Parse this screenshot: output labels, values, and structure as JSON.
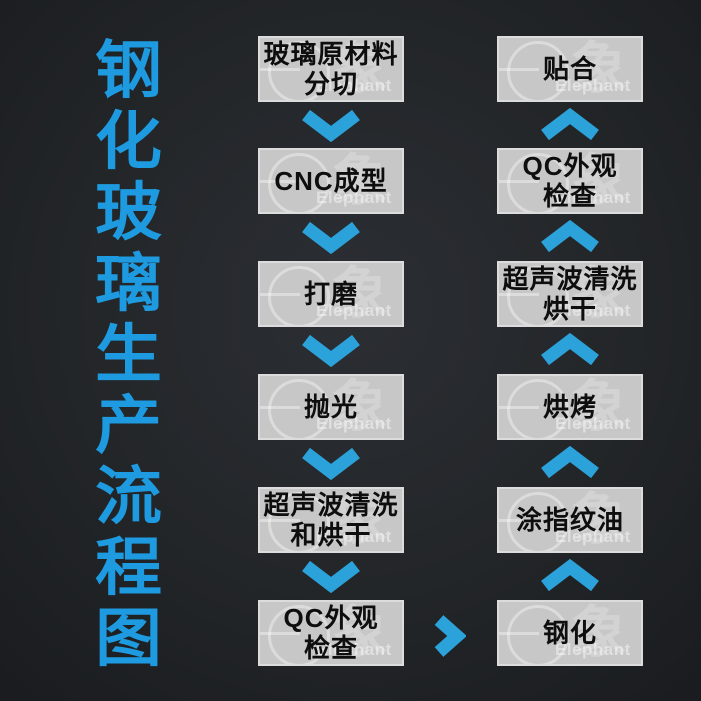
{
  "page": {
    "title_text": "钢化玻璃生产流程图",
    "title_chars": [
      "钢",
      "化",
      "玻",
      "璃",
      "生",
      "产",
      "流",
      "程",
      "图"
    ]
  },
  "colors": {
    "title_blue": "#1E9BE0",
    "arrow_blue": "#2CA2DB",
    "box_background": "#C7C7C7",
    "box_border": "#DCDCDC",
    "box_text": "#0E0E0E",
    "background_center": "#2B2E33",
    "background_edge": "#16181B"
  },
  "watermark": {
    "en": "Elephant",
    "zh": "象"
  },
  "flow": {
    "left": [
      {
        "lines": [
          "玻璃原材料",
          "分切"
        ]
      },
      {
        "lines": [
          "CNC成型"
        ]
      },
      {
        "lines": [
          "打磨"
        ]
      },
      {
        "lines": [
          "抛光"
        ]
      },
      {
        "lines": [
          "超声波清洗",
          "和烘干"
        ]
      },
      {
        "lines": [
          "QC外观",
          "检查"
        ]
      }
    ],
    "right": [
      {
        "lines": [
          "贴合"
        ]
      },
      {
        "lines": [
          "QC外观",
          "检查"
        ]
      },
      {
        "lines": [
          "超声波清洗",
          "烘干"
        ]
      },
      {
        "lines": [
          "烘烤"
        ]
      },
      {
        "lines": [
          "涂指纹油"
        ]
      },
      {
        "lines": [
          "钢化"
        ]
      }
    ]
  }
}
